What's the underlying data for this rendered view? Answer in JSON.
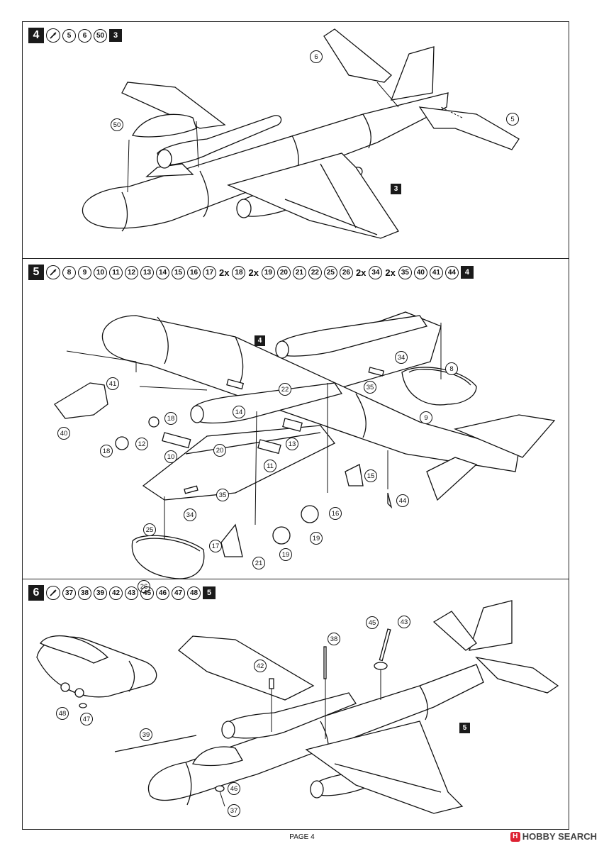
{
  "page": {
    "label": "PAGE 4"
  },
  "watermark": {
    "text": "HOBBY SEARCH",
    "logo": "H"
  },
  "steps": [
    {
      "number": "4",
      "parts": [
        "5",
        "6",
        "50"
      ],
      "ref": "3",
      "callouts": {
        "c6": "6",
        "c5": "5",
        "c50": "50",
        "box3": "3"
      }
    },
    {
      "number": "5",
      "parts_a": [
        "8",
        "9",
        "10",
        "11",
        "12",
        "13",
        "14",
        "15",
        "16",
        "17"
      ],
      "mult1": "2x",
      "part_m1": "18",
      "mult2": "2x",
      "part_m2": "19",
      "parts_b": [
        "20",
        "21",
        "22",
        "25",
        "26"
      ],
      "mult3": "2x",
      "part_m3": "34",
      "mult4": "2x",
      "part_m4": "35",
      "parts_c": [
        "40",
        "41",
        "44"
      ],
      "ref": "4",
      "callouts": {
        "box4": "4",
        "c34a": "34",
        "c8": "8",
        "c22": "22",
        "c35a": "35",
        "c41": "41",
        "c9": "9",
        "c18a": "18",
        "c14": "14",
        "c12": "12",
        "c18b": "18",
        "c40": "40",
        "c20": "20",
        "c13": "13",
        "c10": "10",
        "c11": "11",
        "c15": "15",
        "c35b": "35",
        "c34b": "34",
        "c44": "44",
        "c16": "16",
        "c25": "25",
        "c19a": "19",
        "c17": "17",
        "c19b": "19",
        "c21": "21",
        "c26": "26"
      }
    },
    {
      "number": "6",
      "parts": [
        "37",
        "38",
        "39",
        "42",
        "43",
        "45",
        "46",
        "47",
        "48"
      ],
      "ref": "5",
      "callouts": {
        "c45": "45",
        "c43": "43",
        "c38": "38",
        "c42": "42",
        "c48": "48",
        "c47": "47",
        "c39": "39",
        "c46": "46",
        "c37": "37",
        "box5": "5"
      }
    }
  ],
  "colors": {
    "ink": "#1a1a1a",
    "paper": "#ffffff"
  }
}
